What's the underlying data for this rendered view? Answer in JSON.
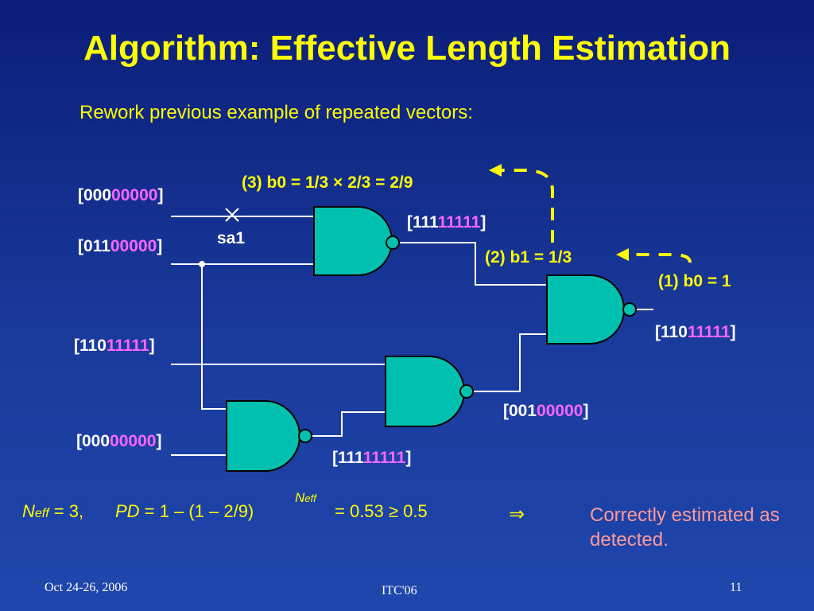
{
  "title": "Algorithm: Effective Length Estimation",
  "subtitle": "Rework previous example of repeated vectors:",
  "vectors": {
    "in1": {
      "black": "[000",
      "pink": "00000",
      "close": "]"
    },
    "in2": {
      "black": "[011",
      "pink": "00000",
      "close": "]"
    },
    "in3": {
      "black": "[110",
      "pink": "11111",
      "close": "]"
    },
    "in4": {
      "black": "[000",
      "pink": "00000",
      "close": "]"
    },
    "nand1_out": {
      "black": "[111",
      "pink": "11111",
      "close": "]"
    },
    "nand3_out": {
      "black": "[111",
      "pink": "11111",
      "close": "]"
    },
    "nand2_out": {
      "black": "[001",
      "pink": "00000",
      "close": "]"
    },
    "final_out": {
      "black": "[110",
      "pink": "11111",
      "close": "]"
    }
  },
  "fault_label": "sa1",
  "annotations": {
    "step3": "(3) b0 = 1/3 × 2/3 = 2/9",
    "step2": "(2) b1 = 1/3",
    "step1": "(1) b0 = 1"
  },
  "formula": {
    "neff_n": "N",
    "neff_sub": "eff",
    "neff_value": " = 3,",
    "pd_label": "PD",
    "pd_expr": " = 1 – (1 – 2/9)",
    "exponent_n": "N",
    "exponent_sub": "eff",
    "result_expr": "= 0.53 ≥ 0.5",
    "implies_symbol": "⇒"
  },
  "result_text": "Correctly estimated as detected.",
  "footer": {
    "date": "Oct 24-26, 2006",
    "conference": "ITC'06",
    "page_number": "11"
  },
  "colors": {
    "title": "#ffff00",
    "gate_fill": "#00c0b0",
    "wire": "#ffffff",
    "pink_bits": "#ff66ff",
    "result_text": "#ff9999",
    "arrow": "#ffff00"
  }
}
